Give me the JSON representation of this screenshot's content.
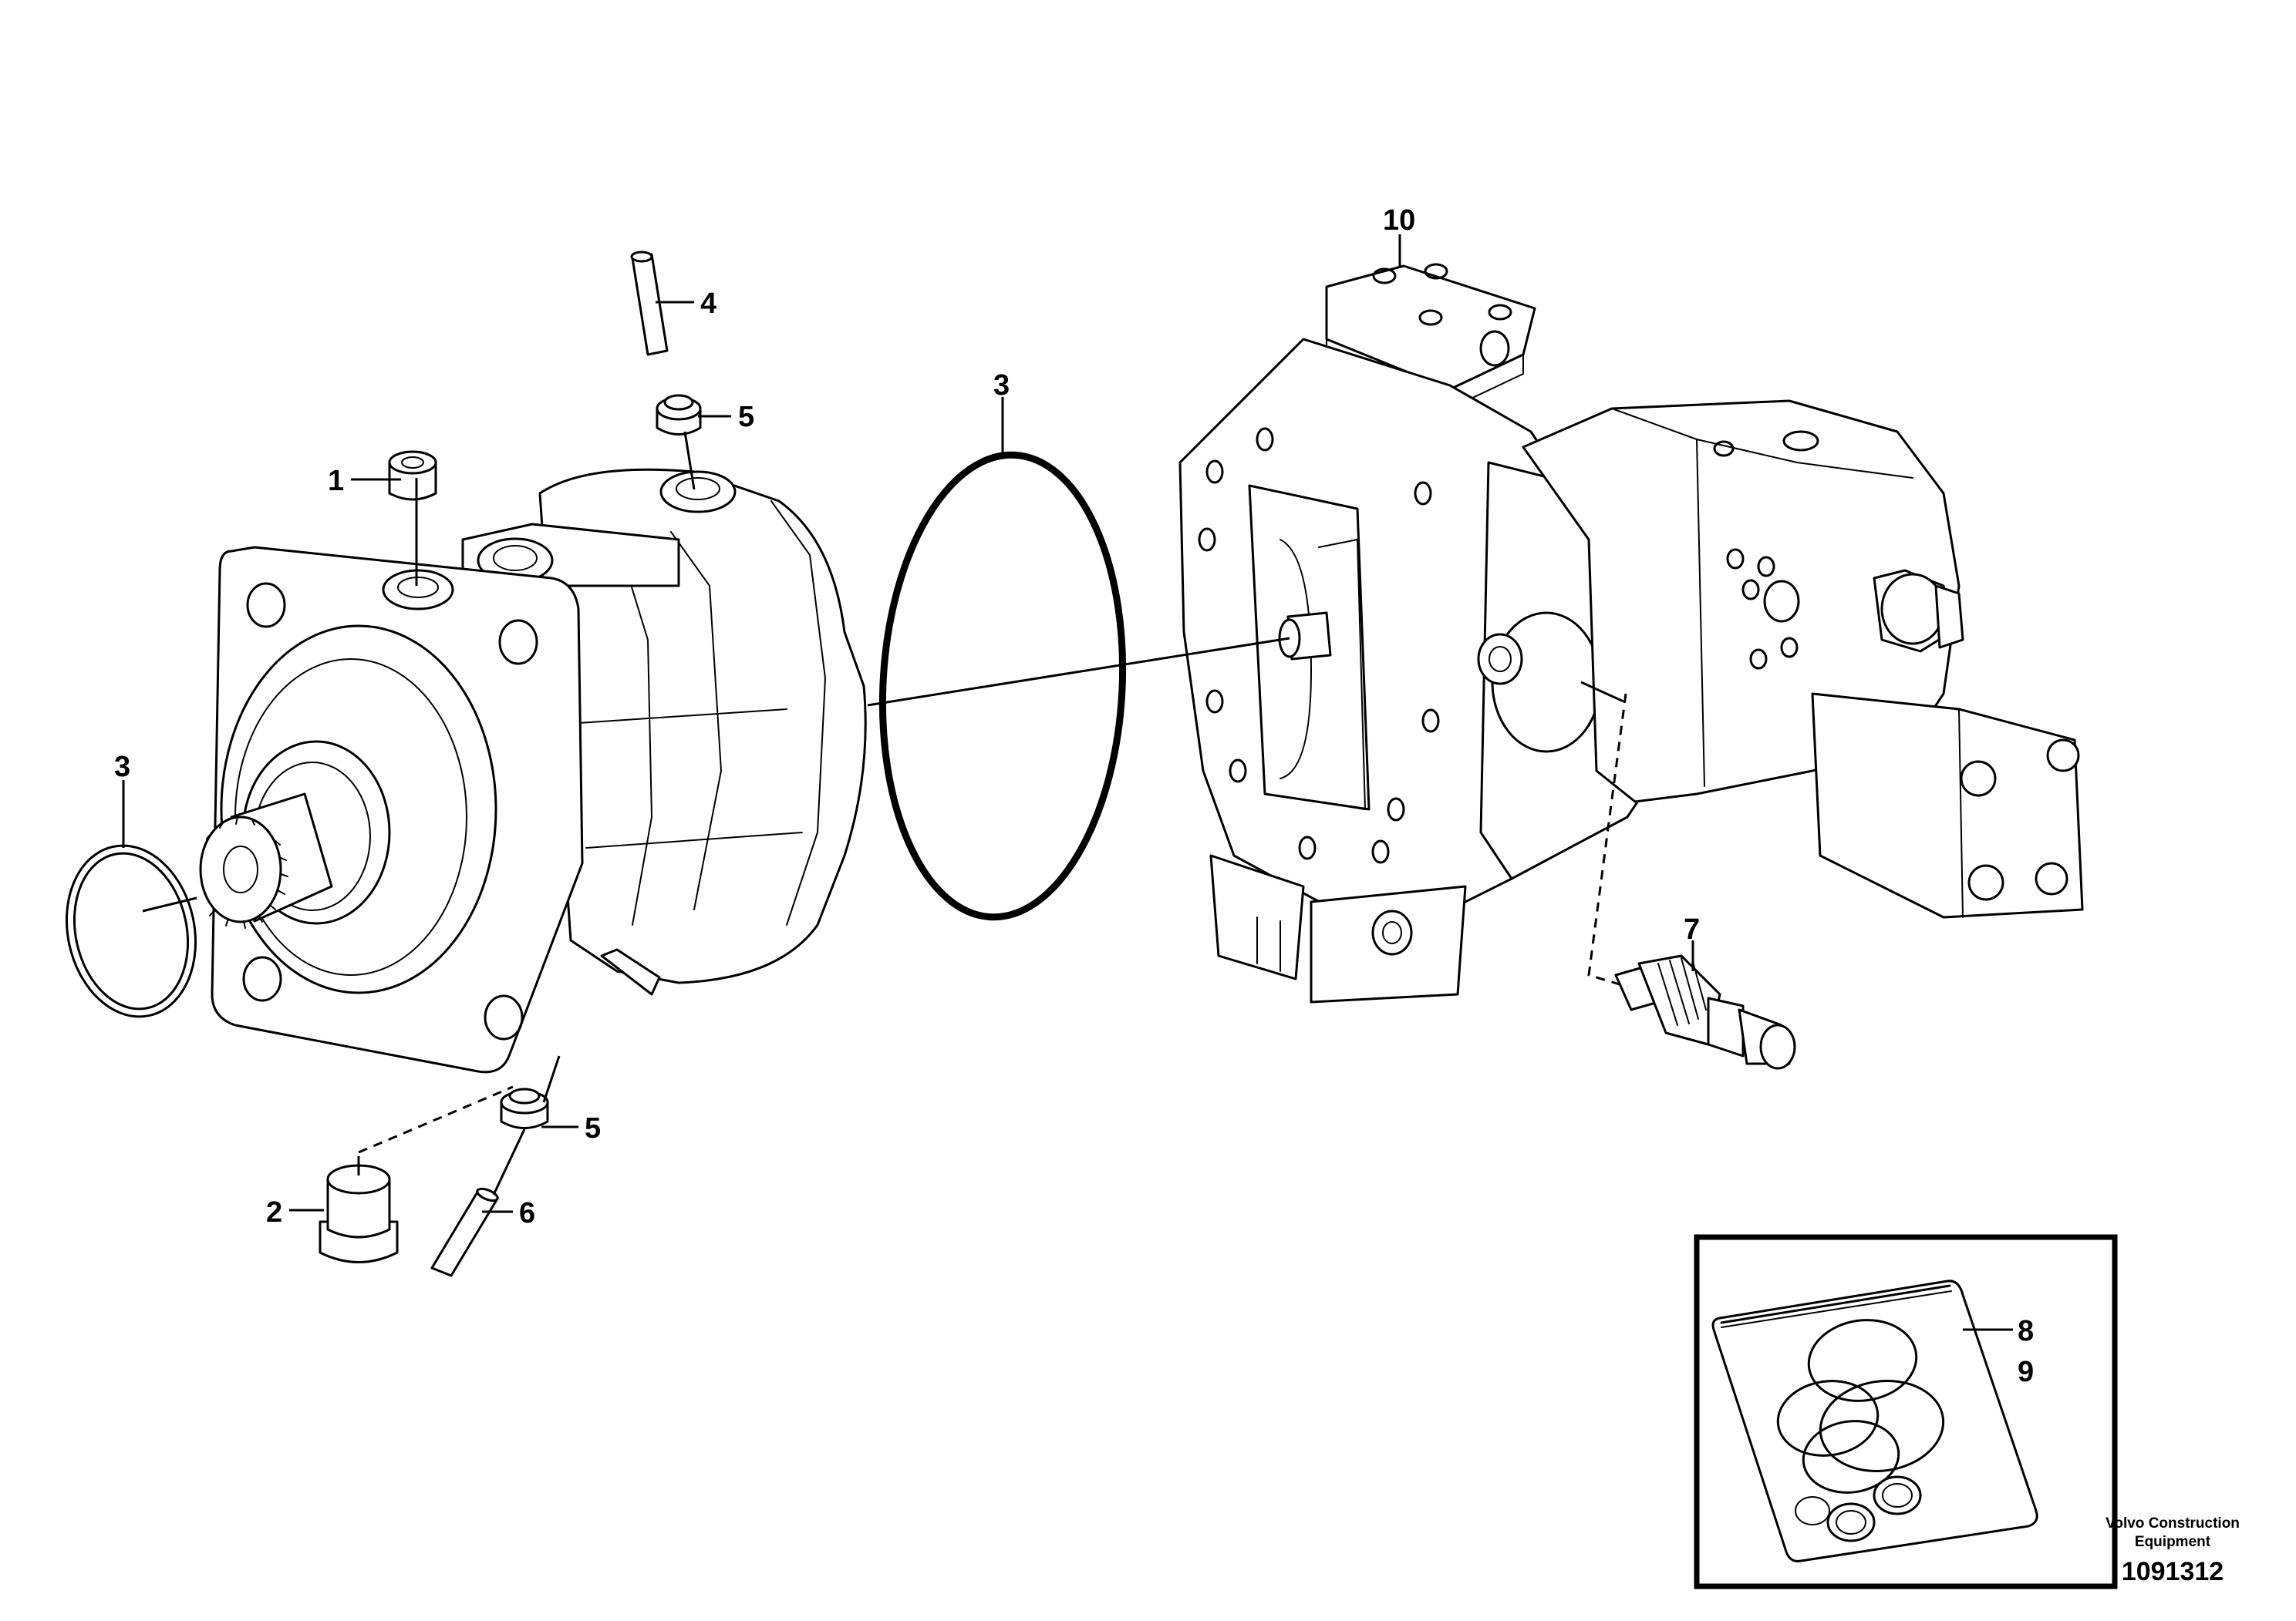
{
  "callouts": {
    "c1": "1",
    "c2": "2",
    "c3_left": "3",
    "c3_center": "3",
    "c4": "4",
    "c5_top": "5",
    "c5_bottom": "5",
    "c6": "6",
    "c7": "7",
    "c8": "8",
    "c9": "9",
    "c10": "10"
  },
  "footer": {
    "maker_line1": "Volvo Construction",
    "maker_line2": "Equipment",
    "image_number": "1091312"
  }
}
